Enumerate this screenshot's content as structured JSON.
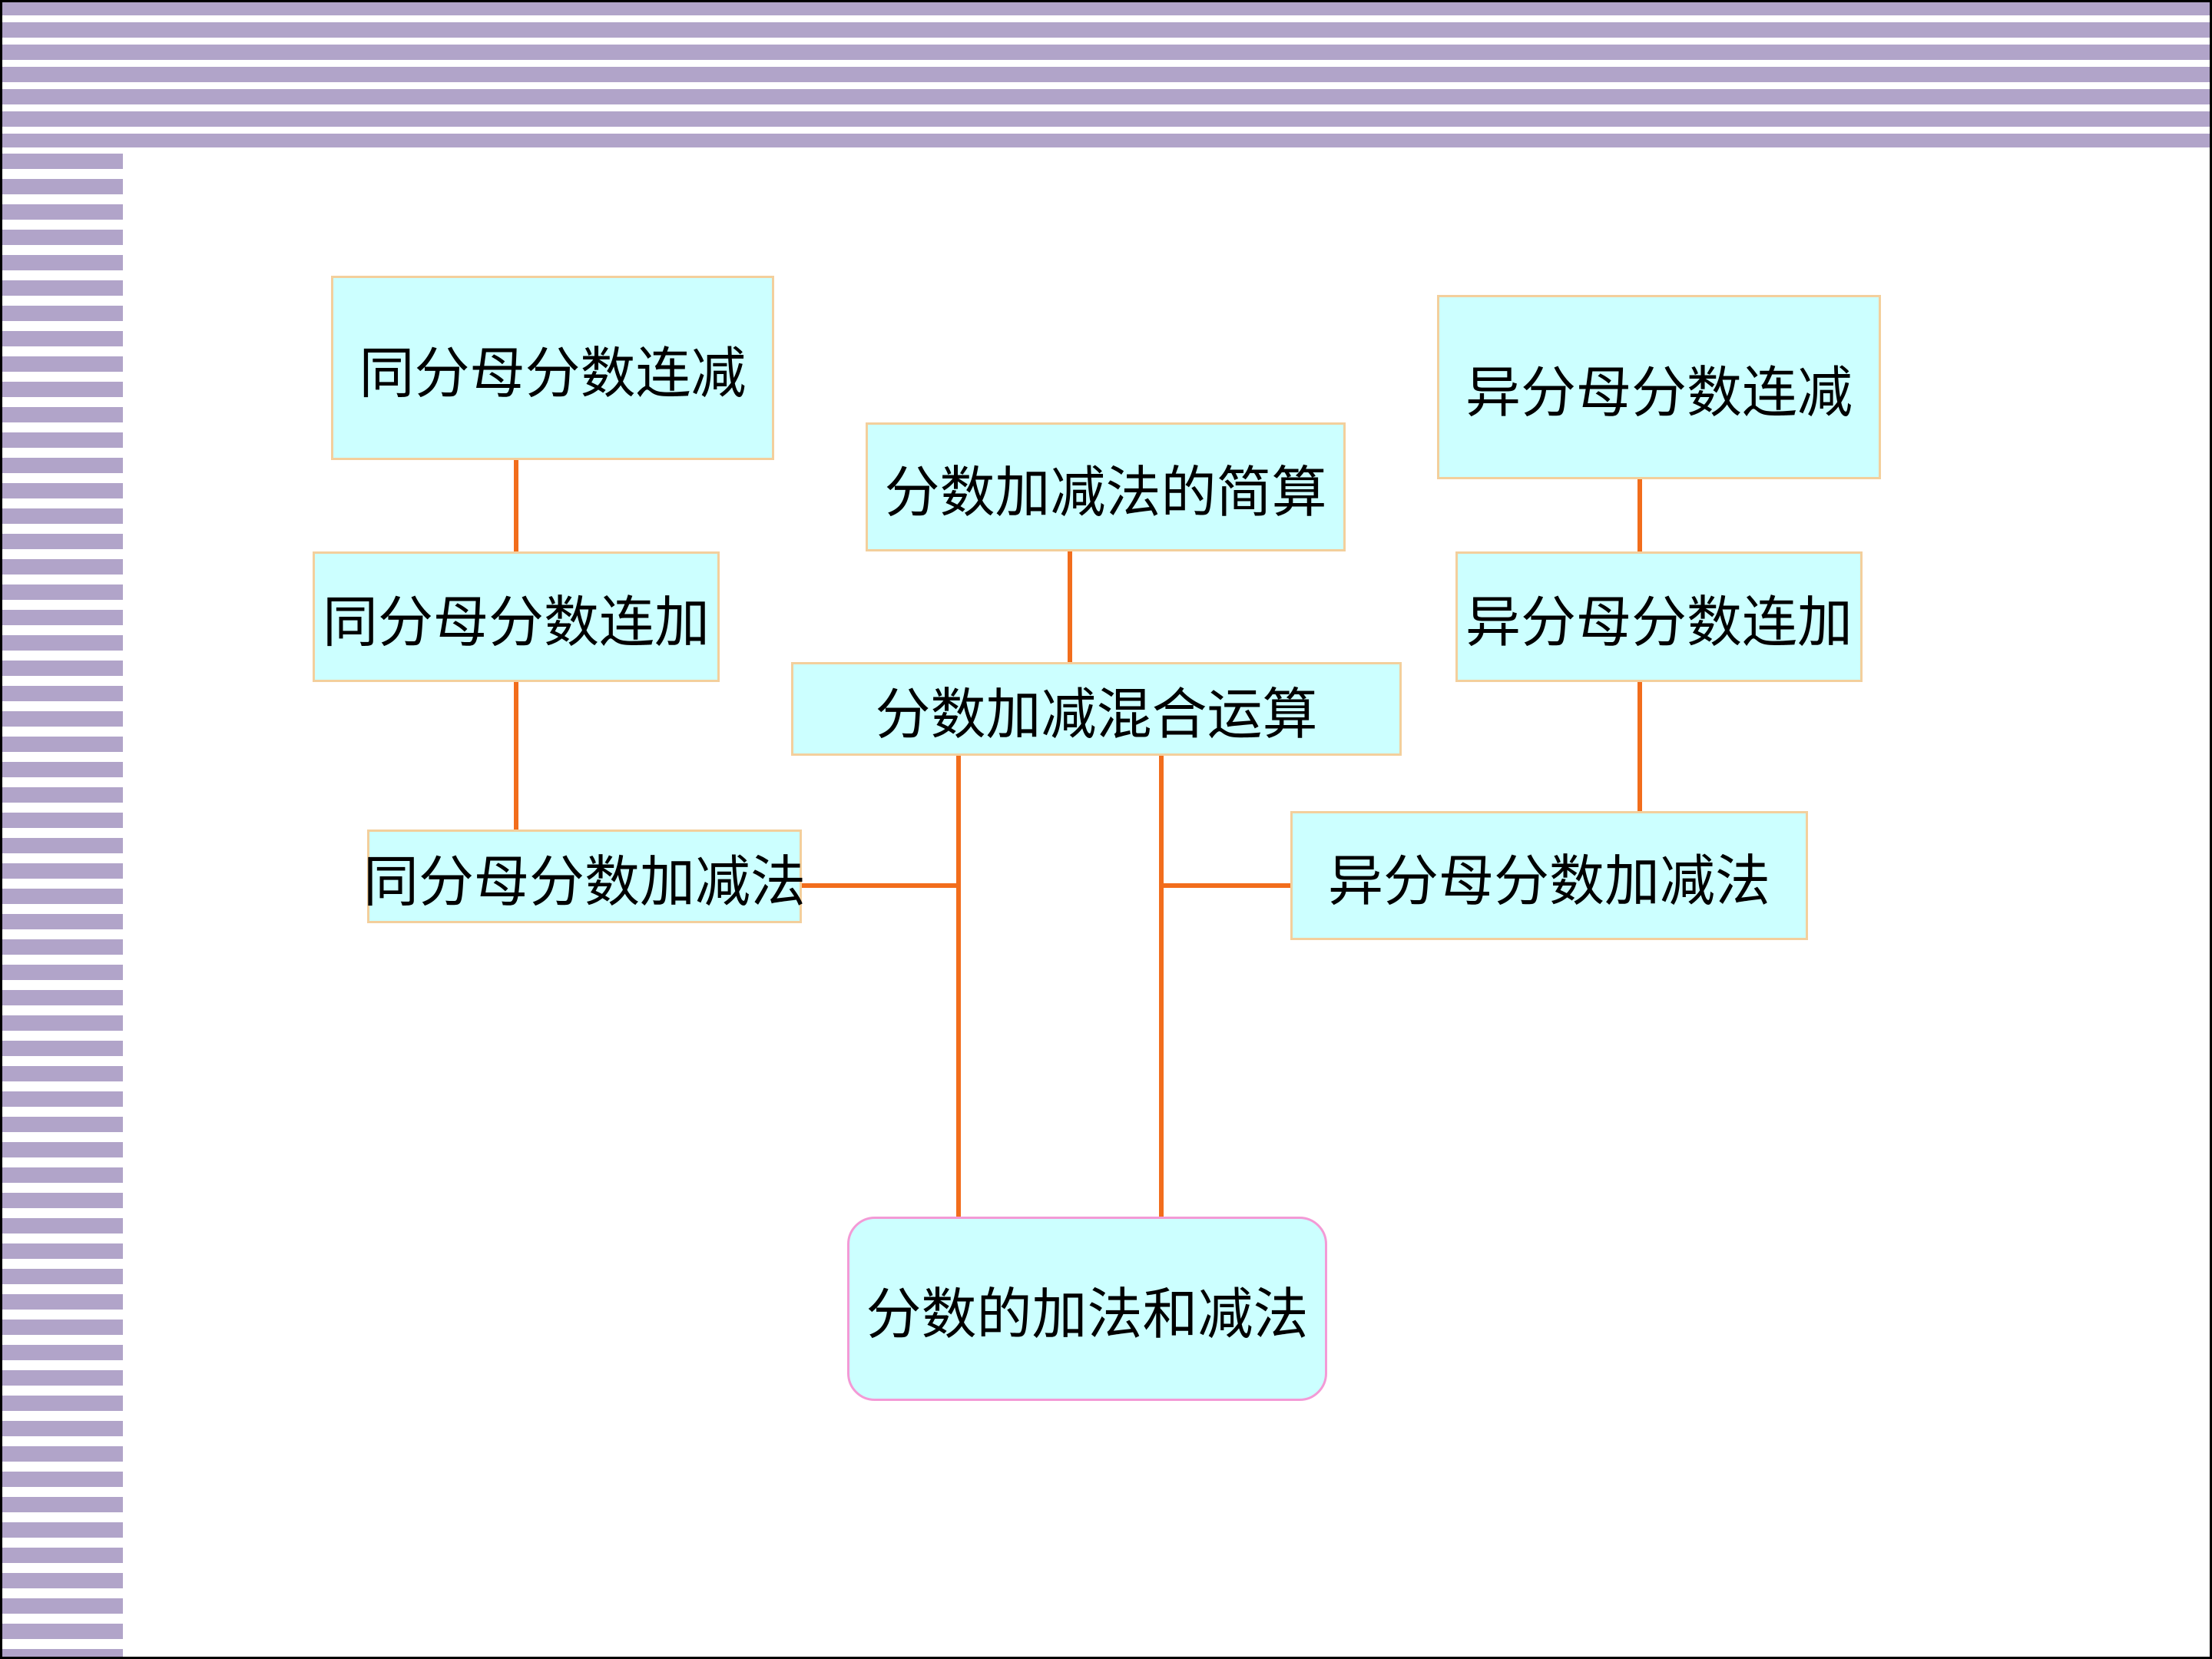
{
  "diagram": {
    "nodes": {
      "same_sub": "同分母分数连减",
      "same_add": "同分母分数连加",
      "same_mix": "同分母分数加减法",
      "simplify": "分数加减法的简算",
      "mixed_ops": "分数加减混合运算",
      "diff_sub": "异分母分数连减",
      "diff_add": "异分母分数连加",
      "diff_mix": "异分母分数加减法",
      "root": "分数的加法和减法"
    },
    "colors": {
      "stripe": "#b1a4c9",
      "node_fill": "#ccffff",
      "node_border": "#f3cf9c",
      "root_border": "#f39ad6",
      "connector": "#f26d1c"
    }
  }
}
